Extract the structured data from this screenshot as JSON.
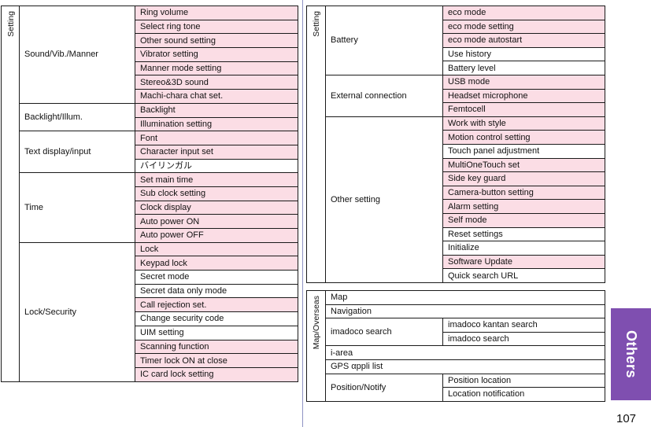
{
  "left": {
    "section": "Setting",
    "groups": [
      {
        "label": "Sound/Vib./Manner",
        "items": [
          {
            "text": "Ring volume",
            "shaded": true
          },
          {
            "text": "Select ring tone",
            "shaded": true
          },
          {
            "text": "Other sound setting",
            "shaded": true
          },
          {
            "text": "Vibrator setting",
            "shaded": true
          },
          {
            "text": "Manner mode setting",
            "shaded": true
          },
          {
            "text": "Stereo&3D sound",
            "shaded": true
          },
          {
            "text": "Machi-chara chat set.",
            "shaded": true
          }
        ]
      },
      {
        "label": "Backlight/Illum.",
        "items": [
          {
            "text": "Backlight",
            "shaded": true
          },
          {
            "text": "Illumination setting",
            "shaded": true
          }
        ]
      },
      {
        "label": "Text display/input",
        "items": [
          {
            "text": "Font",
            "shaded": true
          },
          {
            "text": "Character input set",
            "shaded": true
          },
          {
            "text": "バイリンガル",
            "shaded": false
          }
        ]
      },
      {
        "label": "Time",
        "items": [
          {
            "text": "Set main time",
            "shaded": true
          },
          {
            "text": "Sub clock setting",
            "shaded": true
          },
          {
            "text": "Clock display",
            "shaded": true
          },
          {
            "text": "Auto power ON",
            "shaded": true
          },
          {
            "text": "Auto power OFF",
            "shaded": true
          }
        ]
      },
      {
        "label": "Lock/Security",
        "items": [
          {
            "text": "Lock",
            "shaded": true
          },
          {
            "text": "Keypad lock",
            "shaded": true
          },
          {
            "text": "Secret mode",
            "shaded": false
          },
          {
            "text": "Secret data only mode",
            "shaded": false
          },
          {
            "text": "Call rejection set.",
            "shaded": true
          },
          {
            "text": "Change security code",
            "shaded": false
          },
          {
            "text": "UIM setting",
            "shaded": false
          },
          {
            "text": "Scanning function",
            "shaded": true
          },
          {
            "text": "Timer lock ON at close",
            "shaded": true
          },
          {
            "text": "IC card lock setting",
            "shaded": true
          }
        ]
      }
    ]
  },
  "right": {
    "section": "Setting",
    "groups": [
      {
        "label": "Battery",
        "items": [
          {
            "text": "eco mode",
            "shaded": true
          },
          {
            "text": "eco mode setting",
            "shaded": true
          },
          {
            "text": "eco mode autostart",
            "shaded": true
          },
          {
            "text": "Use history",
            "shaded": false
          },
          {
            "text": "Battery level",
            "shaded": false
          }
        ]
      },
      {
        "label": "External connection",
        "items": [
          {
            "text": "USB mode",
            "shaded": true
          },
          {
            "text": "Headset microphone",
            "shaded": true
          },
          {
            "text": "Femtocell",
            "shaded": true
          }
        ]
      },
      {
        "label": "Other setting",
        "items": [
          {
            "text": "Work with style",
            "shaded": true
          },
          {
            "text": "Motion control setting",
            "shaded": true
          },
          {
            "text": "Touch panel adjustment",
            "shaded": false
          },
          {
            "text": "MultiOneTouch set",
            "shaded": true
          },
          {
            "text": "Side key guard",
            "shaded": true
          },
          {
            "text": "Camera-button setting",
            "shaded": true
          },
          {
            "text": "Alarm setting",
            "shaded": true
          },
          {
            "text": "Self mode",
            "shaded": true
          },
          {
            "text": "Reset settings",
            "shaded": false
          },
          {
            "text": "Initialize",
            "shaded": false
          },
          {
            "text": "Software Update",
            "shaded": true
          },
          {
            "text": "Quick search URL",
            "shaded": false
          }
        ]
      }
    ]
  },
  "map": {
    "section": "Map/Overseas",
    "rows": [
      {
        "label": "Map",
        "items": []
      },
      {
        "label": "Navigation",
        "items": []
      },
      {
        "label": "imadoco search",
        "items": [
          {
            "text": "imadoco kantan search",
            "shaded": false
          },
          {
            "text": "imadoco search",
            "shaded": false
          }
        ]
      },
      {
        "label": "i-area",
        "items": []
      },
      {
        "label": "GPS αppli list",
        "items": []
      },
      {
        "label": "Position/Notify",
        "items": [
          {
            "text": "Position location",
            "shaded": false
          },
          {
            "text": "Location notification",
            "shaded": false
          }
        ]
      }
    ]
  },
  "side_tab": {
    "label": "Others",
    "color": "#7f4fb0"
  },
  "page_number": "107",
  "colors": {
    "shaded_row": "#fbdde5",
    "border": "#1a1a1a",
    "divider": "#8f92c4"
  }
}
